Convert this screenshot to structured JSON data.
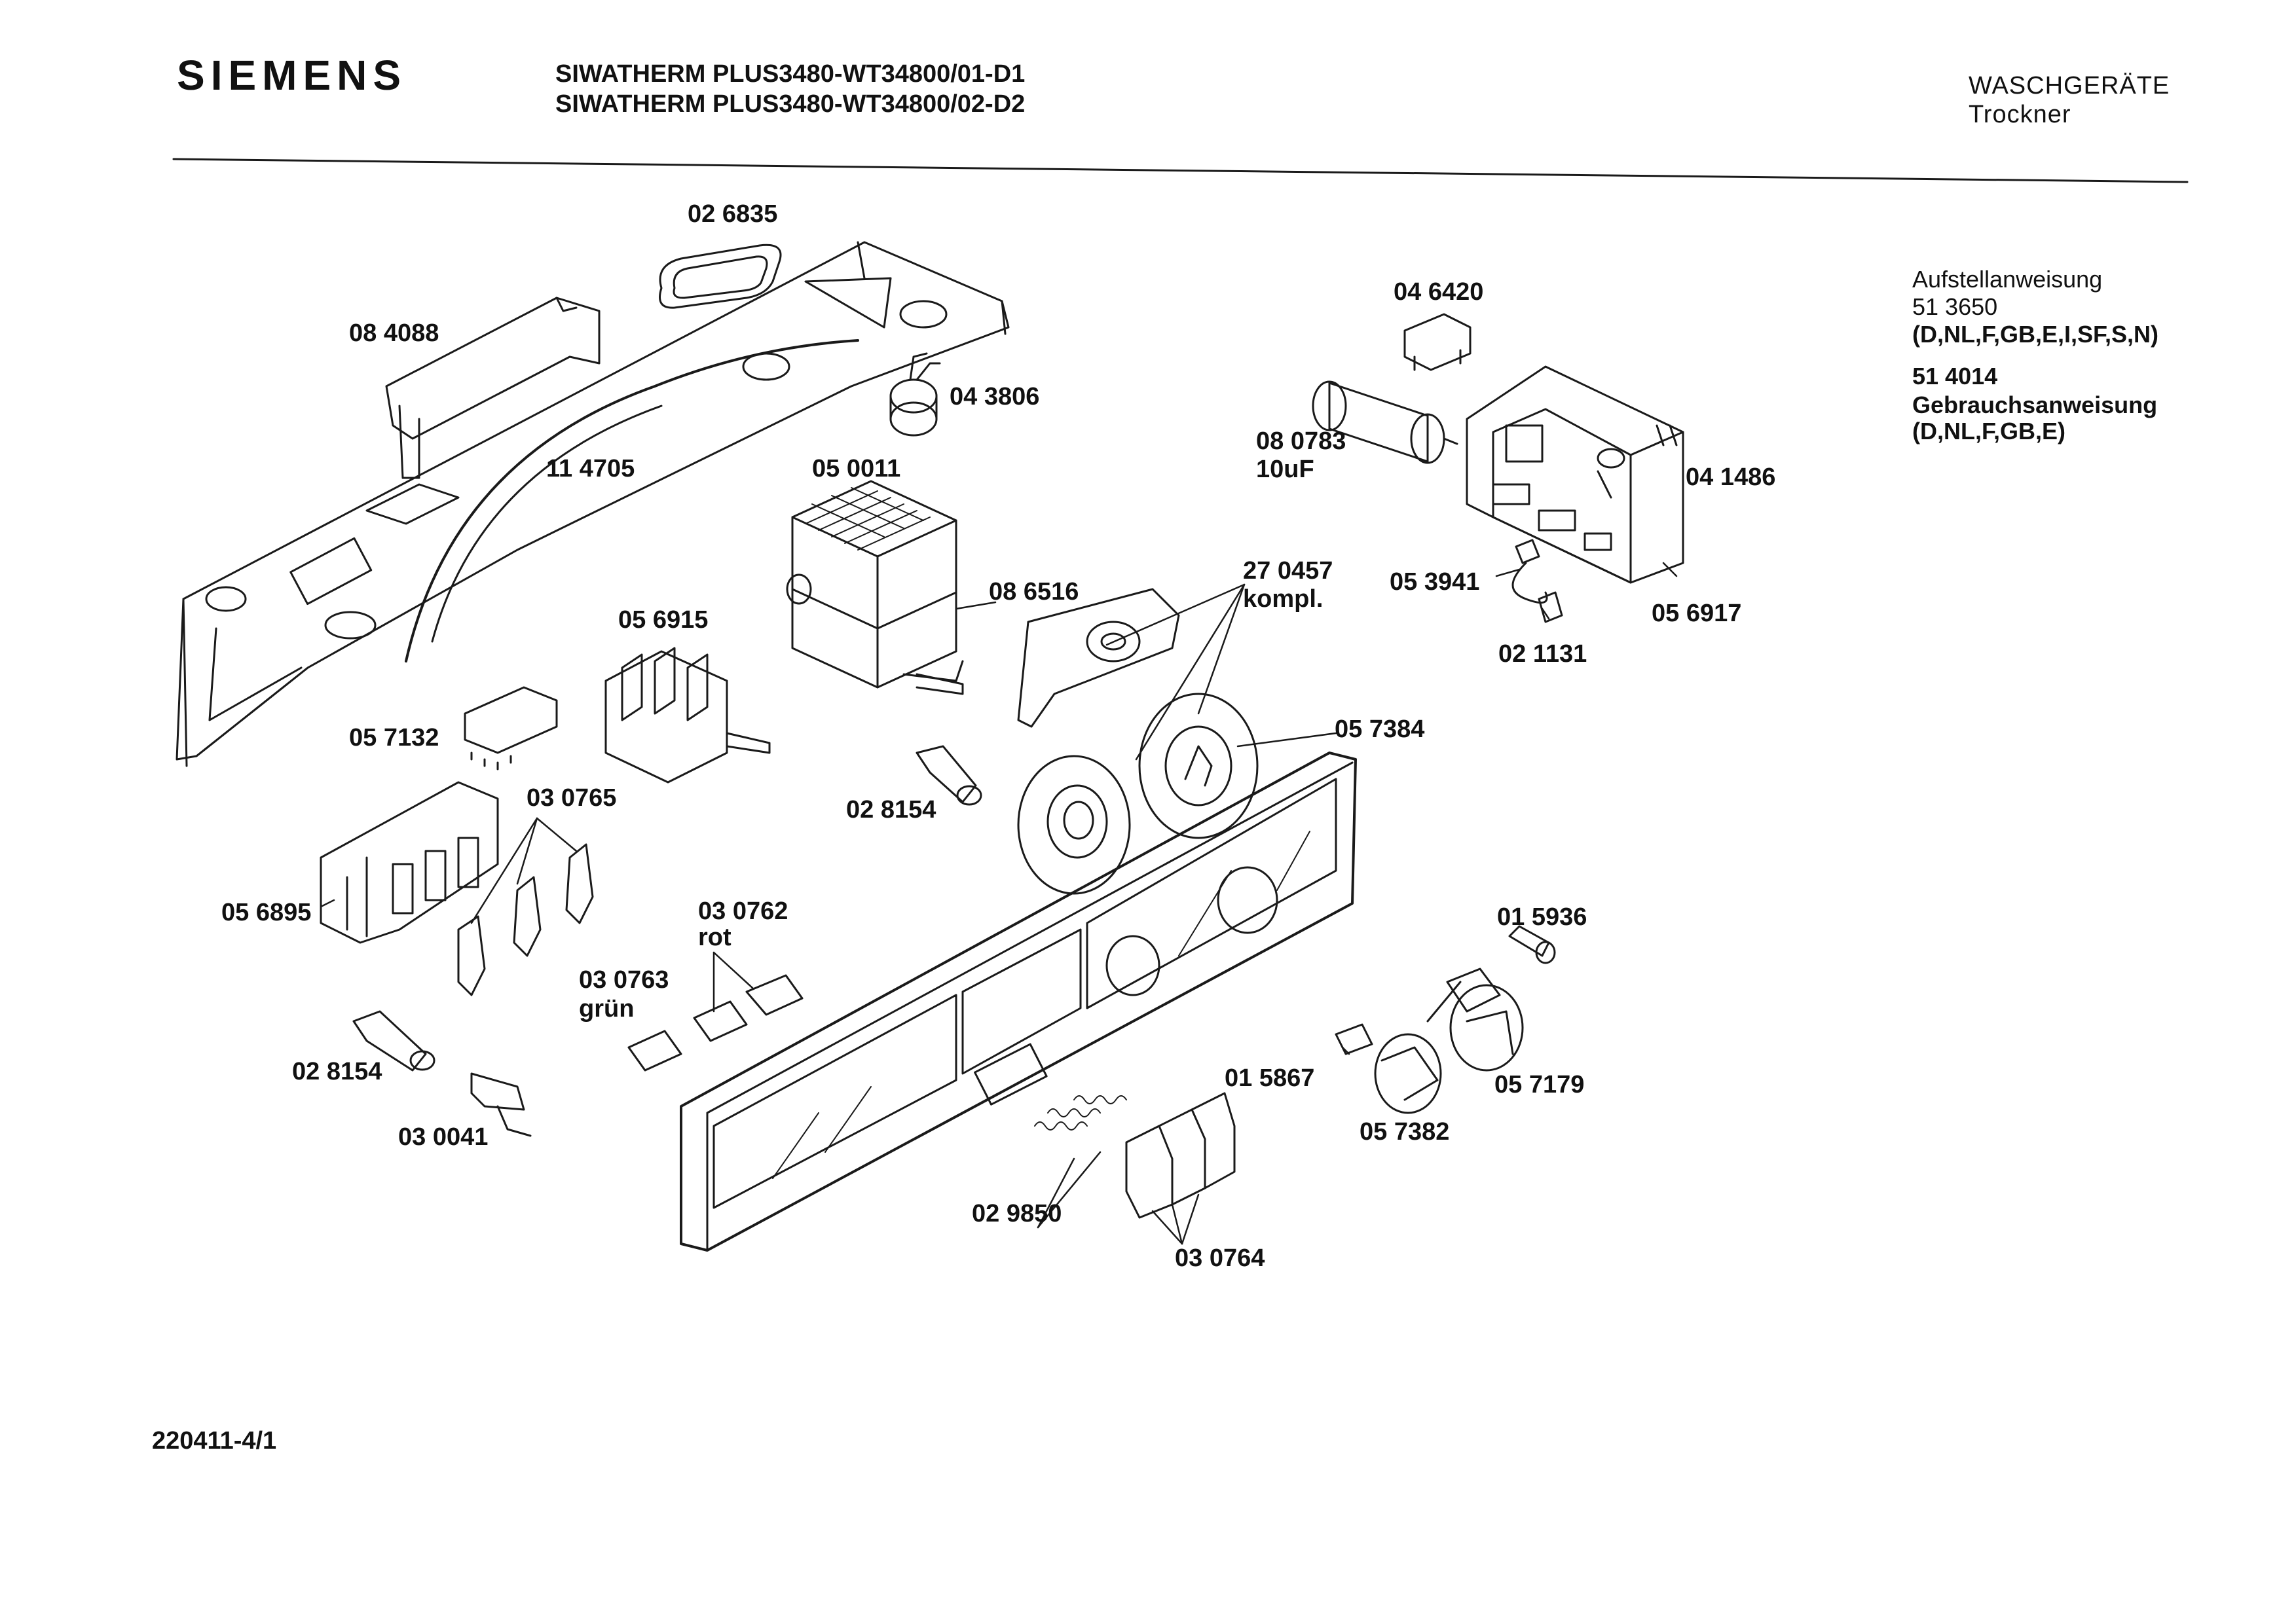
{
  "header": {
    "brand": "SIEMENS",
    "model_lines": [
      "SIWATHERM PLUS3480-WT34800/01-D1",
      "SIWATHERM PLUS3480-WT34800/02-D2"
    ],
    "category": "WASCHGERÄTE",
    "subcategory": "Trockner"
  },
  "documents": {
    "install_title": "Aufstellanweisung",
    "install_number": "51 3650",
    "install_languages": "(D,NL,F,GB,E,I,SF,S,N)",
    "manual_number": "51 4014",
    "manual_title": "Gebrauchsanweisung",
    "manual_languages": "(D,NL,F,GB,E)"
  },
  "parts": {
    "p026835": "02 6835",
    "p084088": "08 4088",
    "p043806": "04 3806",
    "p114705": "11 4705",
    "p050011": "05 0011",
    "p046420": "04 6420",
    "p080783": "08 0783",
    "p080783_note": "10uF",
    "p041486": "04 1486",
    "p270457": "27 0457",
    "p270457_note": "kompl.",
    "p053941": "05 3941",
    "p056917": "05 6917",
    "p021131": "02 1131",
    "p086516": "08 6516",
    "p056915": "05 6915",
    "p057132": "05 7132",
    "p057384": "05 7384",
    "p030765": "03 0765",
    "p028154a": "02 8154",
    "p056895": "05 6895",
    "p030762": "03 0762",
    "p030762_note": "rot",
    "p030763": "03 0763",
    "p030763_note": "grün",
    "p015936": "01 5936",
    "p028154b": "02 8154",
    "p015867": "01 5867",
    "p057179": "05 7179",
    "p030041": "03 0041",
    "p057382": "05 7382",
    "p029850": "02 9850",
    "p030764": "03 0764"
  },
  "footer": {
    "drawing_number": "220411-4/1"
  }
}
